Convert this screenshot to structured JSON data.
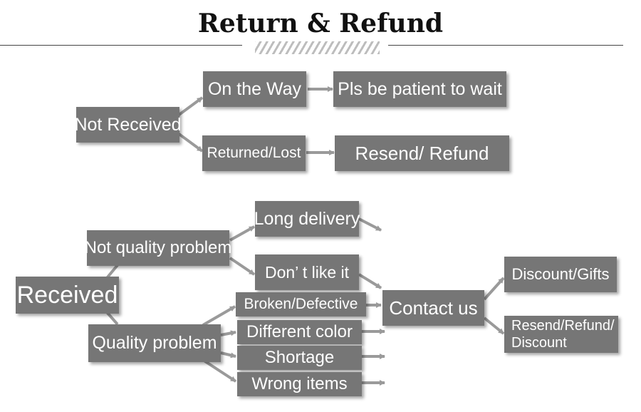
{
  "title": "Return & Refund",
  "nodes": {
    "not_received": "Not Received",
    "on_the_way": "On the Way",
    "pls_wait": "Pls be patient to wait",
    "returned_lost": "Returned/Lost",
    "resend_refund": "Resend/ Refund",
    "received": "Received",
    "not_quality_problem": "Not quality problem",
    "long_delivery": "Long delivery",
    "dont_like": "Don’ t like it",
    "quality_problem": "Quality problem",
    "broken_defective": "Broken/Defective",
    "different_color": "Different color",
    "shortage": "Shortage",
    "wrong_items": "Wrong items",
    "contact_us": "Contact us",
    "discount_gifts": "Discount/Gifts",
    "resend_refund_discount": "Resend/Refund/ Discount"
  },
  "colors": {
    "box": "#767676",
    "text": "#ffffff",
    "connector": "#9a9a9a"
  }
}
